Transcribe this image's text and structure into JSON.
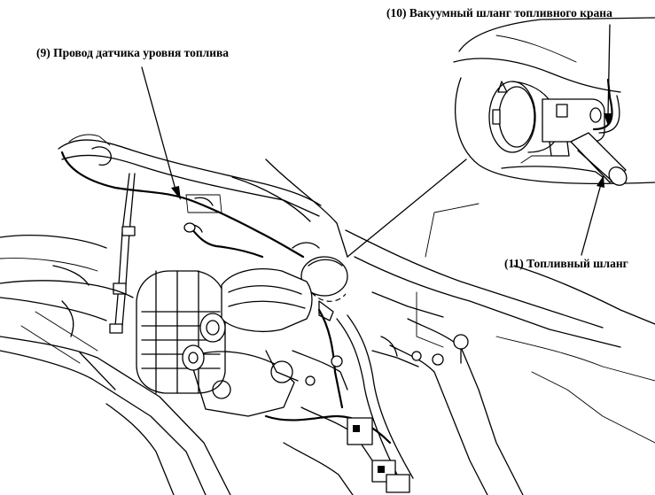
{
  "labels": {
    "fuel_level_sensor_wire": "(9) Провод датчика уровня топлива",
    "fuel_cock_vacuum_hose": "(10) Вакуумный шланг топливного крана",
    "fuel_hose": "(11) Топливный шланг"
  }
}
